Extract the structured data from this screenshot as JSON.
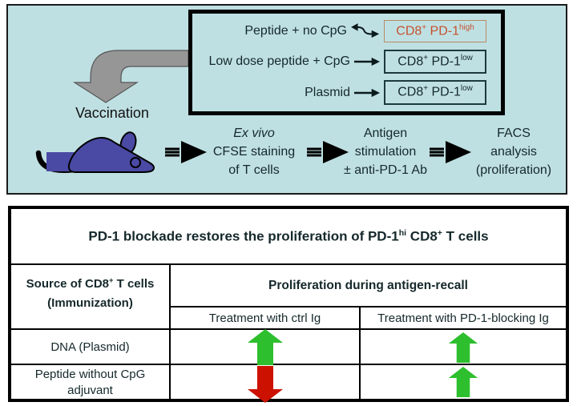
{
  "colors": {
    "panel_bg": "#bfe0e3",
    "highlight_text": "#c5512f",
    "highlight_border": "#b98a63",
    "box_border": "#1c3a3e",
    "ink": "#15282b",
    "green_arrow": "#2ebf2e",
    "red_arrow": "#cc1100",
    "gray_arrow": "#969696",
    "mouse_blue": "#4a4aa5",
    "black": "#000000"
  },
  "top_panel": {
    "conditions": [
      {
        "label": "Peptide + no CpG",
        "result": {
          "cd8": "CD8",
          "plus": "+",
          "pd1": " PD-1",
          "level": "high"
        },
        "highlight": true
      },
      {
        "label": "Low dose peptide + CpG",
        "result": {
          "cd8": "CD8",
          "plus": "+",
          "pd1": " PD-1",
          "level": "low"
        },
        "highlight": false
      },
      {
        "label": "Plasmid",
        "result": {
          "cd8": "CD8",
          "plus": "+",
          "pd1": " PD-1",
          "level": "low"
        },
        "highlight": false
      }
    ],
    "vaccination_label": "Vaccination",
    "workflow_steps": [
      {
        "line1": "Ex vivo",
        "line2": "CFSE staining",
        "line3": "of T cells"
      },
      {
        "line1": "Antigen",
        "line2": "stimulation",
        "line3": "± anti-PD-1 Ab"
      },
      {
        "line1": "FACS",
        "line2": "analysis",
        "line3": "(proliferation)"
      }
    ]
  },
  "table": {
    "title": {
      "t1": "PD-1 blockade restores the proliferation of PD-1",
      "sup1": "hi",
      "t2": " CD8",
      "sup2": "+",
      "t3": " T cells"
    },
    "header": {
      "source_t1": "Source of CD8",
      "source_sup": "+",
      "source_t2": " T cells",
      "source_line2": "(Immunization)",
      "proliferation": "Proliferation during antigen-recall",
      "ctrl": "Treatment with ctrl Ig",
      "blocking": "Treatment with PD-1-blocking Ig"
    },
    "rows": [
      {
        "source": "DNA (Plasmid)",
        "ctrl_arrow": "up-green",
        "blocking_arrow": "up-green"
      },
      {
        "source_line1": "Peptide without CpG",
        "source_line2": "adjuvant",
        "ctrl_arrow": "down-red",
        "blocking_arrow": "up-green"
      }
    ]
  }
}
